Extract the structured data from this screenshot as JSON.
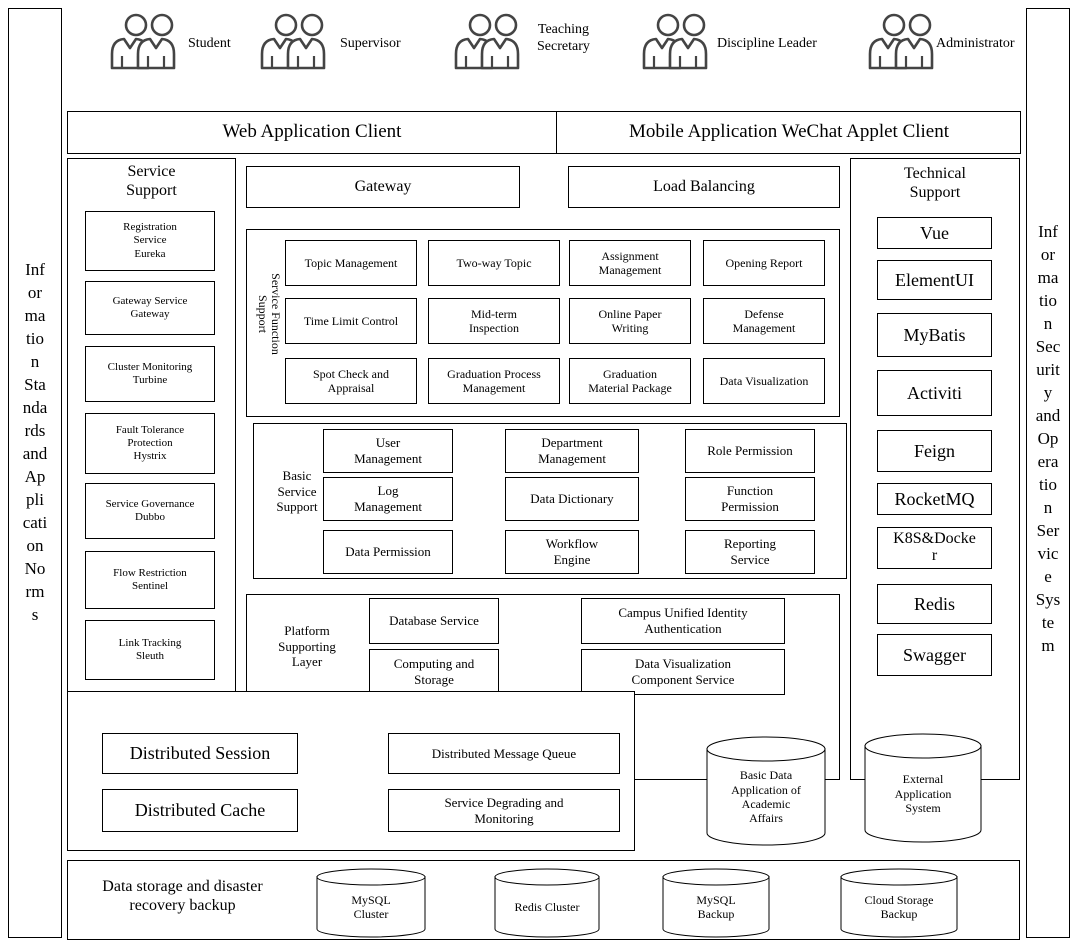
{
  "roles": [
    {
      "label": "Student"
    },
    {
      "label": "Supervisor"
    },
    {
      "label": "Teaching\nSecretary"
    },
    {
      "label": "Discipline Leader"
    },
    {
      "label": "Administrator"
    }
  ],
  "left_side": "Inf\nor\nma\ntio\nn\nSta\nnda\nrds\nand\nAp\npli\ncati\non\nNo\nrm\ns",
  "right_side": "Inf\nor\nma\ntio\nn\nSec\nurit\ny\nand\nOp\nera\ntio\nn\nSer\nvic\ne\nSys\nte\nm",
  "clients": {
    "web": "Web Application Client",
    "mobile": "Mobile Application WeChat Applet Client"
  },
  "service_support": {
    "title": "Service\nSupport",
    "items": [
      "Registration\nService\nEureka",
      "Gateway Service\nGateway",
      "Cluster Monitoring\nTurbine",
      "Fault Tolerance\nProtection\nHystrix",
      "Service Governance\nDubbo",
      "Flow Restriction\nSentinel",
      "Link Tracking\nSleuth"
    ]
  },
  "gateway": "Gateway",
  "load_balancing": "Load Balancing",
  "service_function": {
    "title": "Service Function\nSupport",
    "items": [
      "Topic Management",
      "Two-way Topic",
      "Assignment\nManagement",
      "Opening Report",
      "Time Limit Control",
      "Mid-term\nInspection",
      "Online Paper\nWriting",
      "Defense\nManagement",
      "Spot Check and\nAppraisal",
      "Graduation Process\nManagement",
      "Graduation\nMaterial Package",
      "Data Visualization"
    ]
  },
  "basic_service": {
    "title": "Basic\nService\nSupport",
    "items": [
      "User\nManagement",
      "Department\nManagement",
      "Role Permission",
      "Log\nManagement",
      "Data Dictionary",
      "Function\nPermission",
      "Data Permission",
      "Workflow\nEngine",
      "Reporting\nService"
    ]
  },
  "platform": {
    "title": "Platform\nSupporting\nLayer",
    "items": [
      "Database Service",
      "Campus Unified Identity\nAuthentication",
      "Computing and\nStorage",
      "Data Visualization\nComponent Service"
    ]
  },
  "technical_support": {
    "title": "Technical\nSupport",
    "items": [
      "Vue",
      "ElementUI",
      "MyBatis",
      "Activiti",
      "Feign",
      "RocketMQ",
      "K8S&Docke\nr",
      "Redis",
      "Swagger"
    ]
  },
  "distributed": {
    "items": [
      "Distributed Session",
      "Distributed Message Queue",
      "Distributed Cache",
      "Service Degrading and\nMonitoring"
    ]
  },
  "databases": {
    "academic": "Basic Data\nApplication of\nAcademic\nAffairs",
    "external": "External\nApplication\nSystem"
  },
  "storage": {
    "title": "Data storage and disaster\nrecovery backup",
    "items": [
      "MySQL\nCluster",
      "Redis Cluster",
      "MySQL\nBackup",
      "Cloud Storage\nBackup"
    ]
  }
}
